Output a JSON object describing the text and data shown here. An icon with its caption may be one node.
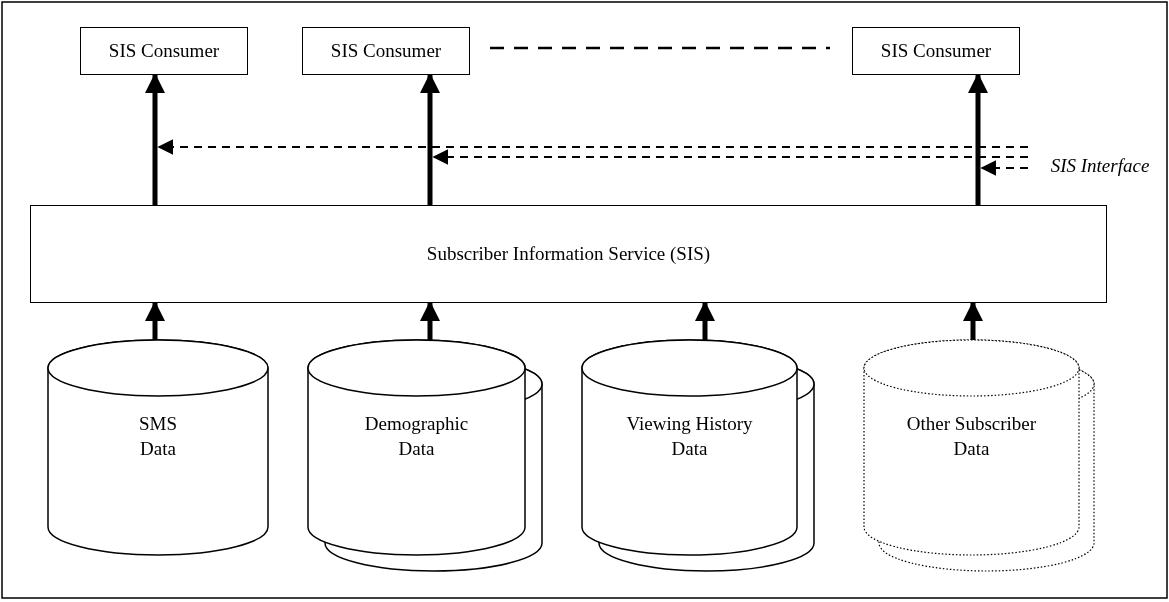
{
  "diagram": {
    "nodes": [
      {
        "text": [
          "SIS Consumer"
        ]
      },
      {
        "text": [
          "SIS Consumer"
        ]
      },
      {
        "text": [
          "SIS Consumer"
        ]
      },
      {
        "text": [
          "Subscriber Information Service (SIS)"
        ]
      },
      {
        "text": [
          "SMS Data"
        ]
      },
      {
        "text": [
          "Demographic Data"
        ]
      },
      {
        "text": [
          "Viewing History Data"
        ]
      },
      {
        "text": [
          "Other Subscriber Data"
        ]
      },
      {
        "text": [
          "SIS Interface"
        ]
      }
    ],
    "edges": [
      {
        "from": 3,
        "to": 0,
        "arrow": "to"
      },
      {
        "from": 3,
        "to": 1,
        "arrow": "to"
      },
      {
        "from": 3,
        "to": 2,
        "arrow": "to"
      },
      {
        "from": 4,
        "to": 3,
        "arrow": "to"
      },
      {
        "from": 5,
        "to": 3,
        "arrow": "to"
      },
      {
        "from": 6,
        "to": 3,
        "arrow": "to"
      },
      {
        "from": 7,
        "to": 3,
        "arrow": "to"
      },
      {
        "from": 8,
        "to": null,
        "arrow": "to",
        "style": "dashed"
      },
      {
        "from": 8,
        "to": null,
        "arrow": "to",
        "style": "dashed"
      },
      {
        "from": 8,
        "to": null,
        "arrow": "to",
        "style": "dashed"
      }
    ]
  }
}
